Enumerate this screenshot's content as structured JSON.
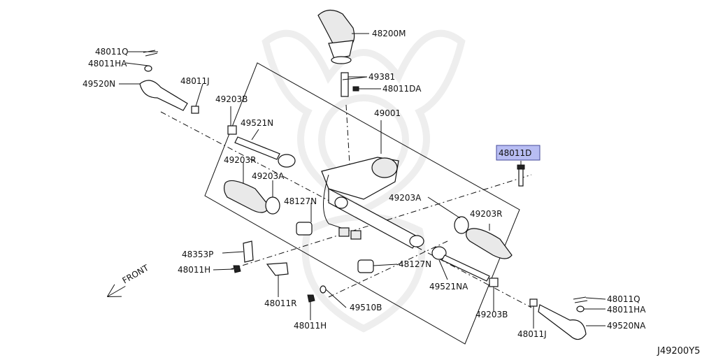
{
  "diagram_code": "J49200Y5",
  "front_label": "FRONT",
  "highlighted_part": "48011D",
  "colors": {
    "highlight_fill": "#b8bdf3",
    "highlight_border": "#444a9a",
    "line": "#111111"
  },
  "labels": {
    "p48200M": "48200M",
    "p48011Q_top": "48011Q",
    "p48011HA_top": "48011HA",
    "p49520N": "49520N",
    "p48011J_top": "48011J",
    "p49381": "49381",
    "p48011DA": "48011DA",
    "p49203B_top": "49203B",
    "p49001": "49001",
    "p49521N": "49521N",
    "p48011D": "48011D",
    "p49203R_left": "49203R",
    "p49203A_left": "49203A",
    "p49203A_right": "49203A",
    "p48127N_top": "48127N",
    "p49203R_right": "49203R",
    "p48353P": "48353P",
    "p48011H_left": "48011H",
    "p48127N_bottom": "48127N",
    "p49521NA": "49521NA",
    "p48011R": "48011R",
    "p49510B": "49510B",
    "p49203B_bottom": "49203B",
    "p48011H_bottom": "48011H",
    "p48011Q_bottom": "48011Q",
    "p48011HA_bottom": "48011HA",
    "p49520NA": "49520NA",
    "p48011J_bottom": "48011J"
  }
}
